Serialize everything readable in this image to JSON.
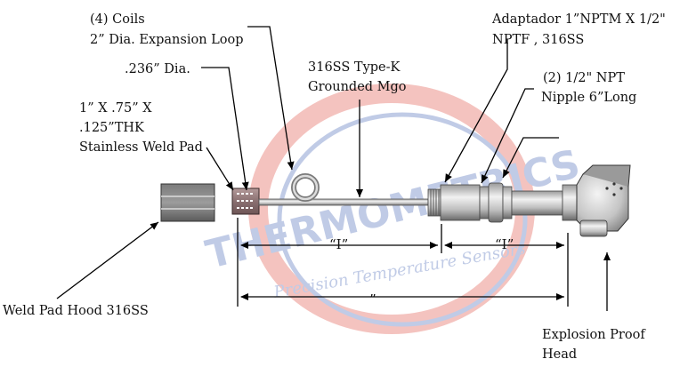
{
  "labels": {
    "coils": "(4) Coils",
    "expansion_loop": "2” Dia. Expansion Loop",
    "dia": ".236” Dia.",
    "pad_line1": "1” X .75” X",
    "pad_line2": ".125”THK",
    "pad_line3": "Stainless Weld Pad",
    "sheath_line1": "316SS Type-K",
    "sheath_line2": "Grounded Mgo",
    "adapter_line1": "Adaptador 1”NPTM X 1/2\"",
    "adapter_line2": "NPTF , 316SS",
    "nipple_line1": "(2) 1/2\" NPT",
    "nipple_line2": "Nipple 6”Long",
    "weld_pad_hood": "Weld Pad Hood 316SS",
    "head_line1": "Explosion Proof",
    "head_line2": "Head"
  },
  "dimensions": {
    "left_length": "“I”",
    "right_length": "“I”",
    "overall_length": "”"
  },
  "watermark": {
    "title": "THERMOMETRICS",
    "subtitle": "Precision Temperature Sensors"
  },
  "colors": {
    "watermark_red": "#e0473a",
    "watermark_blue": "#3f5fb2",
    "metal_dark": "#6c6c6c",
    "metal_light": "#e2e2e2",
    "weld_pad": "#9a7f80"
  }
}
